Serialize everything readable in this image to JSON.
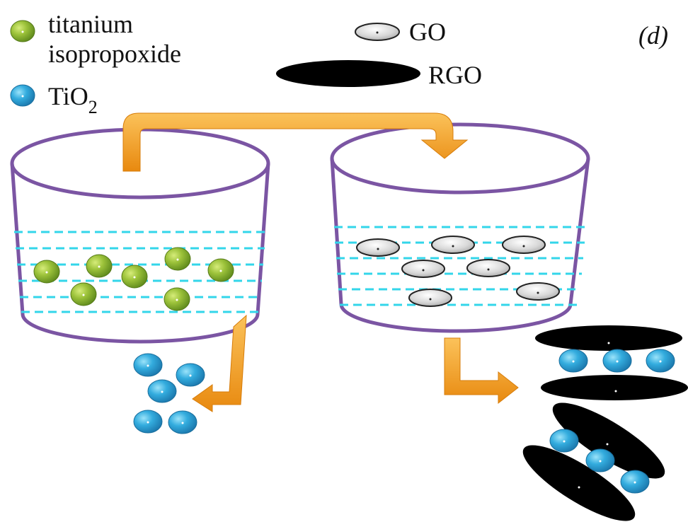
{
  "panel_label": "(d)",
  "legend": {
    "titanium_line1": "titanium",
    "titanium_line2": "isopropoxide",
    "tio2_main": "TiO",
    "tio2_sub": "2",
    "go": "GO",
    "rgo": "RGO"
  },
  "colors": {
    "titanium_particle": "#8db12f",
    "tio2_particle": "#2aa6d8",
    "go_flake": "#dcdcdc",
    "rgo_sheet": "#000000",
    "vessel_outline": "#7b55a3",
    "liquid_line": "#33d6ea",
    "arrow": "#f39a1d"
  }
}
